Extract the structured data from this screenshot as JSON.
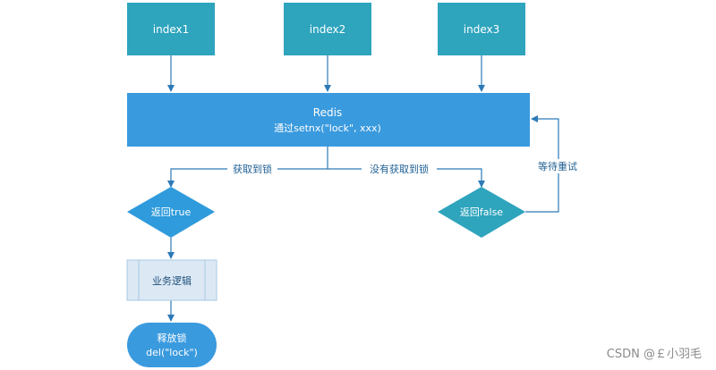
{
  "nodes": {
    "index1": "index1",
    "index2": "index2",
    "index3": "index3",
    "redis_title": "Redis",
    "redis_sub": "通过setnx(\"lock\", xxx)",
    "return_true": "返回true",
    "return_false": "返回false",
    "business": "业务逻辑",
    "release_line1": "释放锁",
    "release_line2": "del(\"lock\")"
  },
  "edges": {
    "got_lock": "获取到锁",
    "no_lock": "没有获取到锁",
    "wait_retry": "等待重试"
  },
  "watermark": "CSDN @￡小羽毛",
  "colors": {
    "index_box": "#2ea4bd",
    "redis_box": "#3a9ade",
    "diamond_true": "#2f9bdc",
    "diamond_false": "#2ea4bd",
    "process_box": "#dce9f5",
    "terminator": "#3a9ade",
    "line": "#2d7ab8",
    "edge_label": "#1f5f92"
  }
}
